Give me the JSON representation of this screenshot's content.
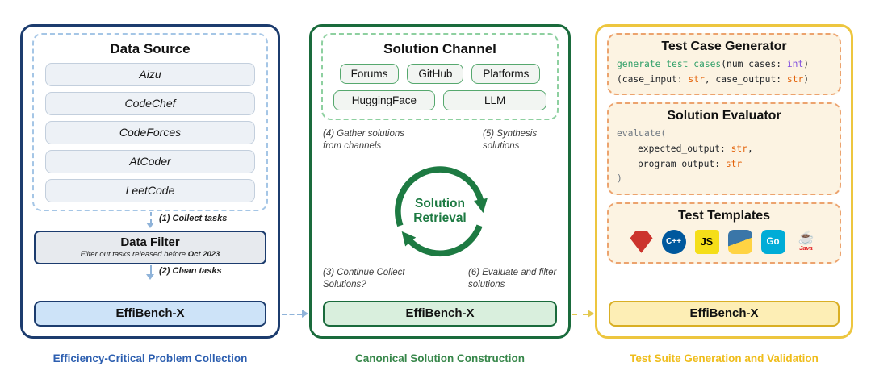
{
  "left": {
    "data_source": {
      "title": "Data Source",
      "items": [
        "Aizu",
        "CodeChef",
        "CodeForces",
        "AtCoder",
        "LeetCode"
      ]
    },
    "collect_arrow_label": "(1) Collect tasks",
    "data_filter": {
      "title": "Data Filter",
      "subtitle": "Filter out tasks released before ",
      "subtitle_bold": "Oct 2023"
    },
    "clean_arrow_label": "(2) Clean tasks",
    "effibench": "EffiBench-X",
    "caption": "Efficiency-Critical Problem Collection"
  },
  "middle": {
    "solution_channel": {
      "title": "Solution Channel",
      "channels": [
        "Forums",
        "GitHub",
        "Platforms",
        "HuggingFace",
        "LLM"
      ]
    },
    "cycle": {
      "center_line1": "Solution",
      "center_line2": "Retrieval",
      "step4": "(4) Gather solutions from channels",
      "step5": "(5) Synthesis solutions",
      "step3": "(3) Continue Collect Solutions?",
      "step6": "(6) Evaluate and filter solutions"
    },
    "effibench": "EffiBench-X",
    "caption": "Canonical Solution Construction"
  },
  "right": {
    "generator": {
      "title": "Test Case Generator",
      "sig_name": "generate_test_cases",
      "sig_params": "(num_cases: ",
      "sig_type": "int",
      "sig_close": ")",
      "ret_open": "(case_input: ",
      "ret_type1": "str",
      "ret_mid": ", case_output: ",
      "ret_type2": "str",
      "ret_close": ")"
    },
    "evaluator": {
      "title": "Solution Evaluator",
      "line1": "evaluate(",
      "p1_name": "expected_output: ",
      "p1_type": "str",
      "p1_comma": ",",
      "p2_name": "program_output: ",
      "p2_type": "str",
      "close": ")"
    },
    "templates": {
      "title": "Test Templates",
      "languages": [
        "Ruby",
        "C++",
        "JavaScript",
        "Python",
        "Go",
        "Java"
      ],
      "icon_labels": {
        "cpp": "C++",
        "js": "JS",
        "go": "Go",
        "java": "Java",
        "java_cup": "☕"
      }
    },
    "effibench": "EffiBench-X",
    "caption": "Test Suite Generation and Validation"
  },
  "colors": {
    "accent_blue": "#2d5fb0",
    "accent_green": "#1a6b3c",
    "accent_gold": "#edc63f",
    "code_function": "#2f9f68",
    "code_int": "#8250df",
    "code_str": "#e36209"
  }
}
